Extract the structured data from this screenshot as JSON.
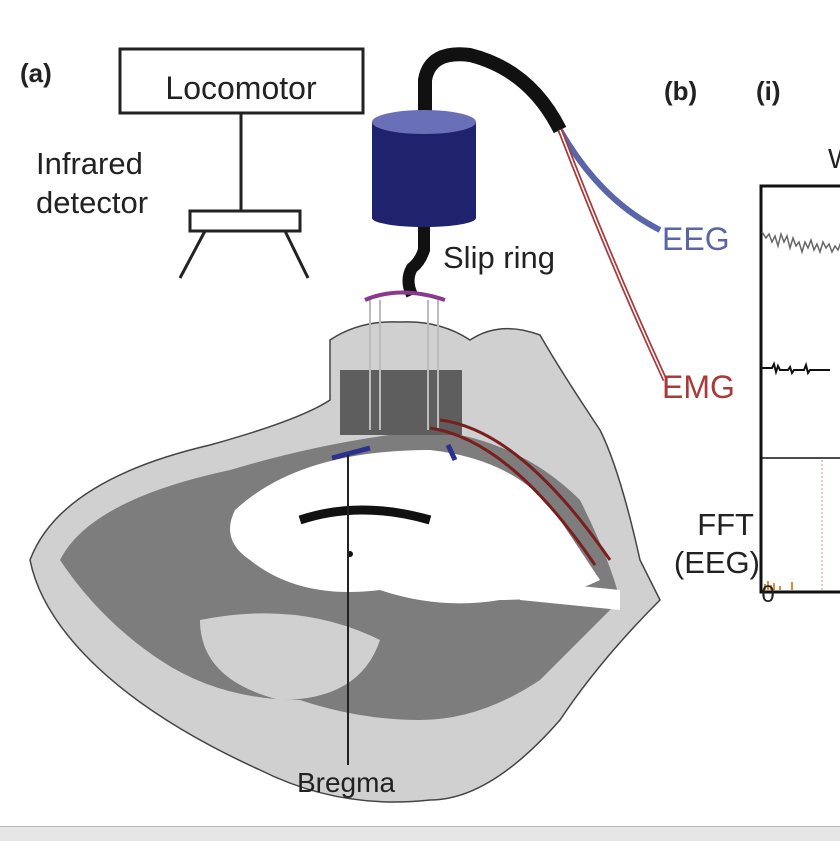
{
  "panel_a": {
    "label": "(a)",
    "locomotor": "Locomotor",
    "infrared_line1": "Infrared",
    "infrared_line2": "detector",
    "slip_ring": "Slip ring",
    "eeg": "EEG",
    "emg": "EMG",
    "bregma": "Bregma"
  },
  "panel_b": {
    "label": "(b)",
    "sub_label": "(i)",
    "title_partial": "W",
    "fft_line1": "FFT",
    "fft_line2": "(EEG)",
    "x_tick_0": "0"
  },
  "colors": {
    "eeg": "#5a64a8",
    "emg": "#a83a3a",
    "slip_ring": "#1f236e"
  }
}
